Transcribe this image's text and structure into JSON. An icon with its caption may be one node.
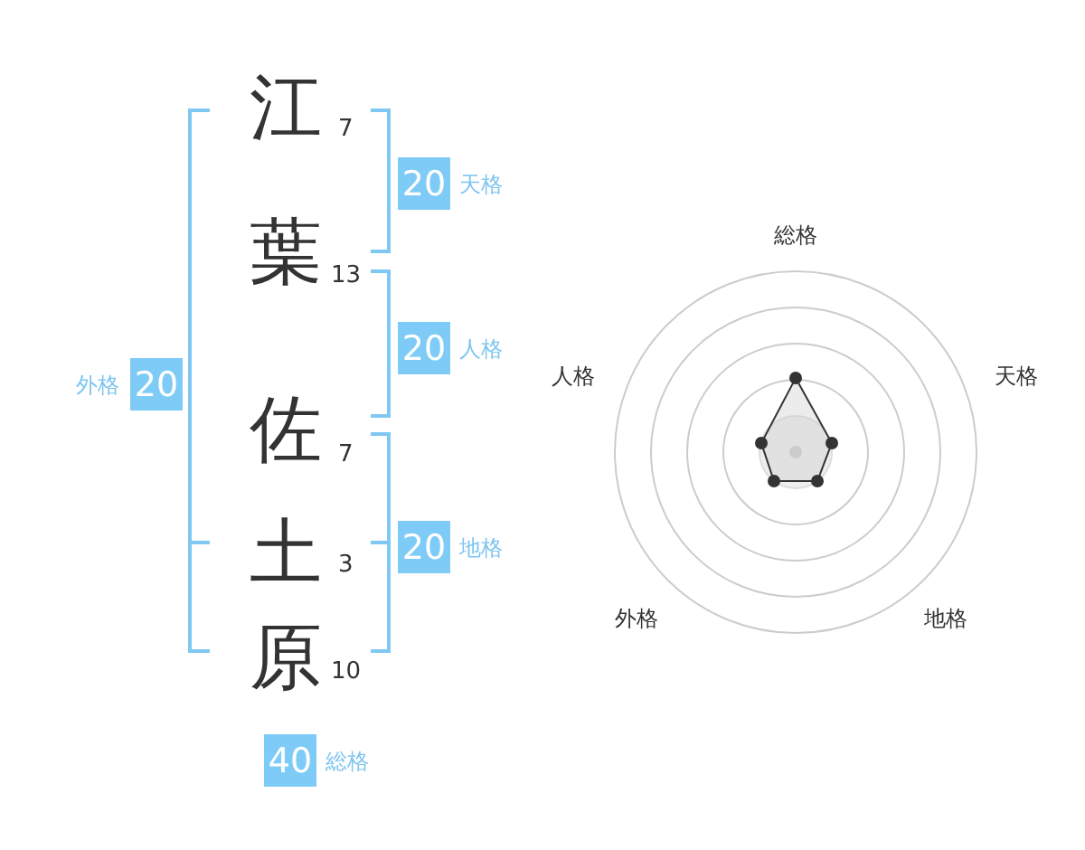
{
  "diagram": {
    "nodes": [
      {
        "text": [
          "20"
        ],
        "beside": [
          "天格"
        ]
      },
      {
        "text": [
          "20"
        ],
        "beside": [
          "人格"
        ]
      },
      {
        "text": [
          "20"
        ],
        "beside": [
          "外格"
        ]
      },
      {
        "text": [
          "20"
        ],
        "beside": [
          "地格"
        ]
      },
      {
        "text": [
          "40"
        ],
        "beside": [
          "総格"
        ]
      }
    ],
    "labels": [
      "江",
      "7",
      "葉",
      "13",
      "佐",
      "7",
      "土",
      "3",
      "原",
      "10",
      "総格",
      "人格",
      "天格",
      "外格",
      "地格"
    ]
  }
}
